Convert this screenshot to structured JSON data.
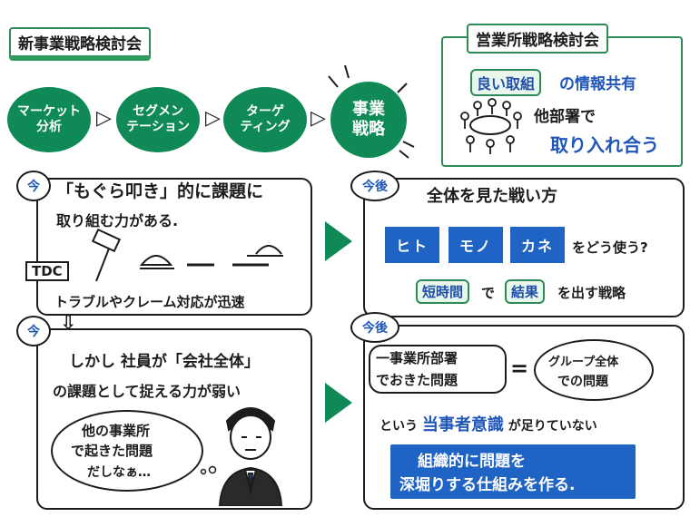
{
  "left_title": "新事業戦略検討会",
  "right_title": "営業所戦略検討会",
  "steps": [
    {
      "label": "マーケット\n分析"
    },
    {
      "label": "セグメン\nテーション"
    },
    {
      "label": "ターゲ\nティング"
    },
    {
      "label": "事業\n戦略"
    }
  ],
  "branch": {
    "good_practice": "良い取組",
    "info_share": "の情報共有",
    "other_depts": "他部署で",
    "adopt": "取り入れ合う"
  },
  "now_label": "今",
  "future_label": "今後",
  "now1": {
    "line1": "「もぐら叩き」的に課題に",
    "line2": "取り組む力がある.",
    "tag": "TDC",
    "line3": "トラブルやクレーム対応が迅速"
  },
  "now2": {
    "line1": "しかし 社員が「会社全体」",
    "line2": "の課題として捉える力が弱い",
    "bubble1": "他の事業所",
    "bubble2": "で起きた問題",
    "bubble3": "だしなぁ…"
  },
  "future1": {
    "headline": "全体を見た戦い方",
    "chips": [
      "ヒト",
      "モノ",
      "カネ"
    ],
    "how": "をどう使う?",
    "short": "短時間",
    "de": "で",
    "result": "結果",
    "tail": "を出す戦略"
  },
  "future2": {
    "left1": "一事業所部署",
    "left2": "でおきた問題",
    "eq": "=",
    "right1": "グループ全体",
    "right2": "での問題",
    "aware_pre": "という",
    "aware": "当事者意識",
    "aware_post": "が足りていない",
    "box1": "組織的に問題を",
    "box2": "深堀りする仕組みを作る."
  }
}
